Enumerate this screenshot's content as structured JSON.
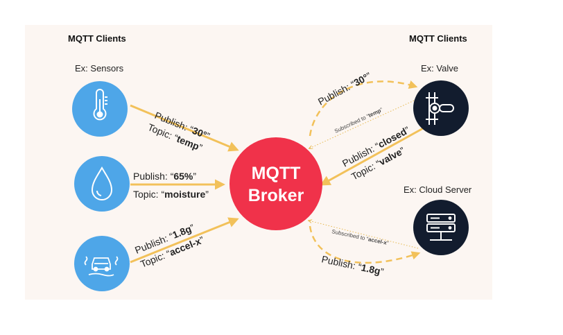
{
  "headers": {
    "left": "MQTT Clients",
    "right": "MQTT Clients"
  },
  "labels": {
    "sensors": "Ex: Sensors",
    "valve": "Ex: Valve",
    "cloud": "Ex: Cloud Server"
  },
  "broker": {
    "line1": "MQTT",
    "line2": "Broker"
  },
  "messages": {
    "temp_publish_prefix": "Publish: “",
    "temp_publish_value": "30°",
    "temp_publish_suffix": "”",
    "temp_topic_prefix": "Topic: “",
    "temp_topic_value": "temp",
    "temp_topic_suffix": "”",
    "moist_publish_prefix": "Publish: “",
    "moist_publish_value": "65%",
    "moist_publish_suffix": "”",
    "moist_topic_prefix": "Topic: “",
    "moist_topic_value": "moisture",
    "moist_topic_suffix": "”",
    "accel_publish_prefix": "Publish: “",
    "accel_publish_value": "1.8g",
    "accel_publish_suffix": "”",
    "accel_topic_prefix": "Topic: “",
    "accel_topic_value": "accel-x",
    "accel_topic_suffix": "”",
    "valve_out_prefix": "Publish: “",
    "valve_out_value": "30°",
    "valve_out_suffix": "”",
    "valve_sub_prefix": "Subscribed to “",
    "valve_sub_value": "temp",
    "valve_sub_suffix": "”",
    "valve_pub_prefix": "Publish: “",
    "valve_pub_value": "closed",
    "valve_pub_suffix": "”",
    "valve_topic_prefix": "Topic: “",
    "valve_topic_value": "valve",
    "valve_topic_suffix": "”",
    "cloud_sub_prefix": "Subscribed to “",
    "cloud_sub_value": "accel-x",
    "cloud_sub_suffix": "”",
    "cloud_pub_prefix": "Publish: “",
    "cloud_pub_value": "1.8g",
    "cloud_pub_suffix": "”"
  },
  "colors": {
    "background": "#fcf6f2",
    "sensor_circle": "#4ea6e8",
    "server_circle": "#121c2e",
    "broker": "#f0324a",
    "arrow": "#f2c15a",
    "dotted": "#e6b84e"
  },
  "icons": {
    "temperature": "thermometer-icon",
    "moisture": "water-drop-icon",
    "acceleration": "car-skid-icon",
    "valve": "valve-icon",
    "cloud": "server-icon"
  }
}
